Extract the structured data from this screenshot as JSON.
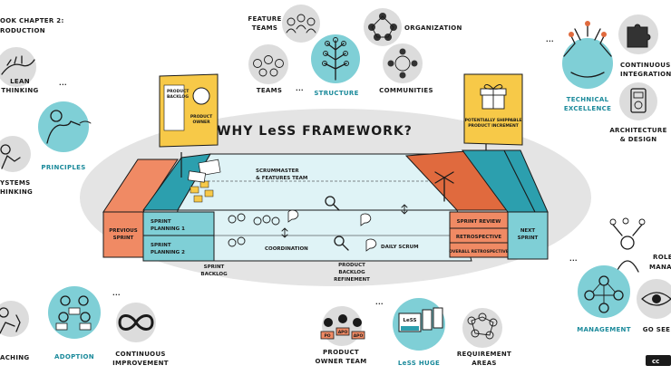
{
  "title": "WHY LeSS FRAMEWORK?",
  "book_chapter": [
    "OOK CHAPTER 2:",
    "RODUCTION"
  ],
  "top_labels": {
    "feature_teams": [
      "FEATURE",
      "TEAMS"
    ],
    "organization": "ORGANIZATION",
    "teams": "TEAMS",
    "structure": "STRUCTURE",
    "communities": "COMMUNITIES"
  },
  "left_labels": {
    "lean_thinking": [
      "LEAN",
      "THINKING"
    ],
    "principles": "PRINCIPLES",
    "systems_thinking": [
      "YSTEMS",
      "HINKING"
    ]
  },
  "right_labels": {
    "continuous_integration": [
      "CONTINUOUS",
      "INTEGRATION"
    ],
    "technical_excellence": [
      "TECHNICAL",
      "EXCELLENCE"
    ],
    "architecture_design": [
      "ARCHITECTURE",
      "& DESIGN"
    ],
    "roles_management": [
      "ROLE",
      "MANA"
    ],
    "management": "MANAGEMENT",
    "go_see": "GO SEE"
  },
  "bottom_labels": {
    "coaching": "ACHING",
    "adoption": "ADOPTION",
    "continuous_improvement": [
      "CONTINUOUS",
      "IMPROVEMENT"
    ],
    "product_owner_team": [
      "PRODUCT",
      "OWNER TEAM"
    ],
    "less_huge": "LeSS HUGE",
    "requirement_areas": [
      "REQUIREMENT",
      "AREAS"
    ]
  },
  "diagram": {
    "product_backlog_sign": [
      "PRODUCT",
      "BACKLOG"
    ],
    "product_owner_sign": [
      "PRODUCT",
      "OWNER"
    ],
    "increment_sign": [
      "POTENTIALLY SHIPPABLE",
      "PRODUCT INCREMENT"
    ],
    "previous_sprint": [
      "PREVIOUS",
      "SPRINT"
    ],
    "sprint_planning_1": [
      "SPRINT",
      "PLANNING 1"
    ],
    "sprint_planning_2": [
      "SPRINT",
      "PLANNING 2"
    ],
    "sprint_backlog": [
      "SPRINT",
      "BACKLOG"
    ],
    "scrummaster": [
      "SCRUMMASTER",
      "& FEATURES TEAM"
    ],
    "coordination": "COORDINATION",
    "daily_scrum": "DAILY SCRUM",
    "product_backlog_refinement": [
      "PRODUCT",
      "BACKLOG",
      "REFINEMENT"
    ],
    "sprint_review": "SPRINT REVIEW",
    "retrospective": "RETROSPECTIVE",
    "overall_retrospective": "OVERALL RETROSPECTIVE",
    "next_sprint": [
      "NEXT",
      "SPRINT"
    ],
    "less_box": "LeSS",
    "po_badges": [
      "PO",
      "APO",
      "APO"
    ]
  },
  "ellipsis": "...",
  "license_badge": "cc",
  "colors": {
    "teal": "#7fcfd6",
    "teal_dark": "#2c9fae",
    "orange": "#f08a64",
    "orange_dark": "#e06a3e",
    "yellow": "#f7c948",
    "ellipse_gray": "#e4e4e4",
    "circle_gray": "#dcdcdc",
    "label_teal": "#1b8a9b"
  }
}
